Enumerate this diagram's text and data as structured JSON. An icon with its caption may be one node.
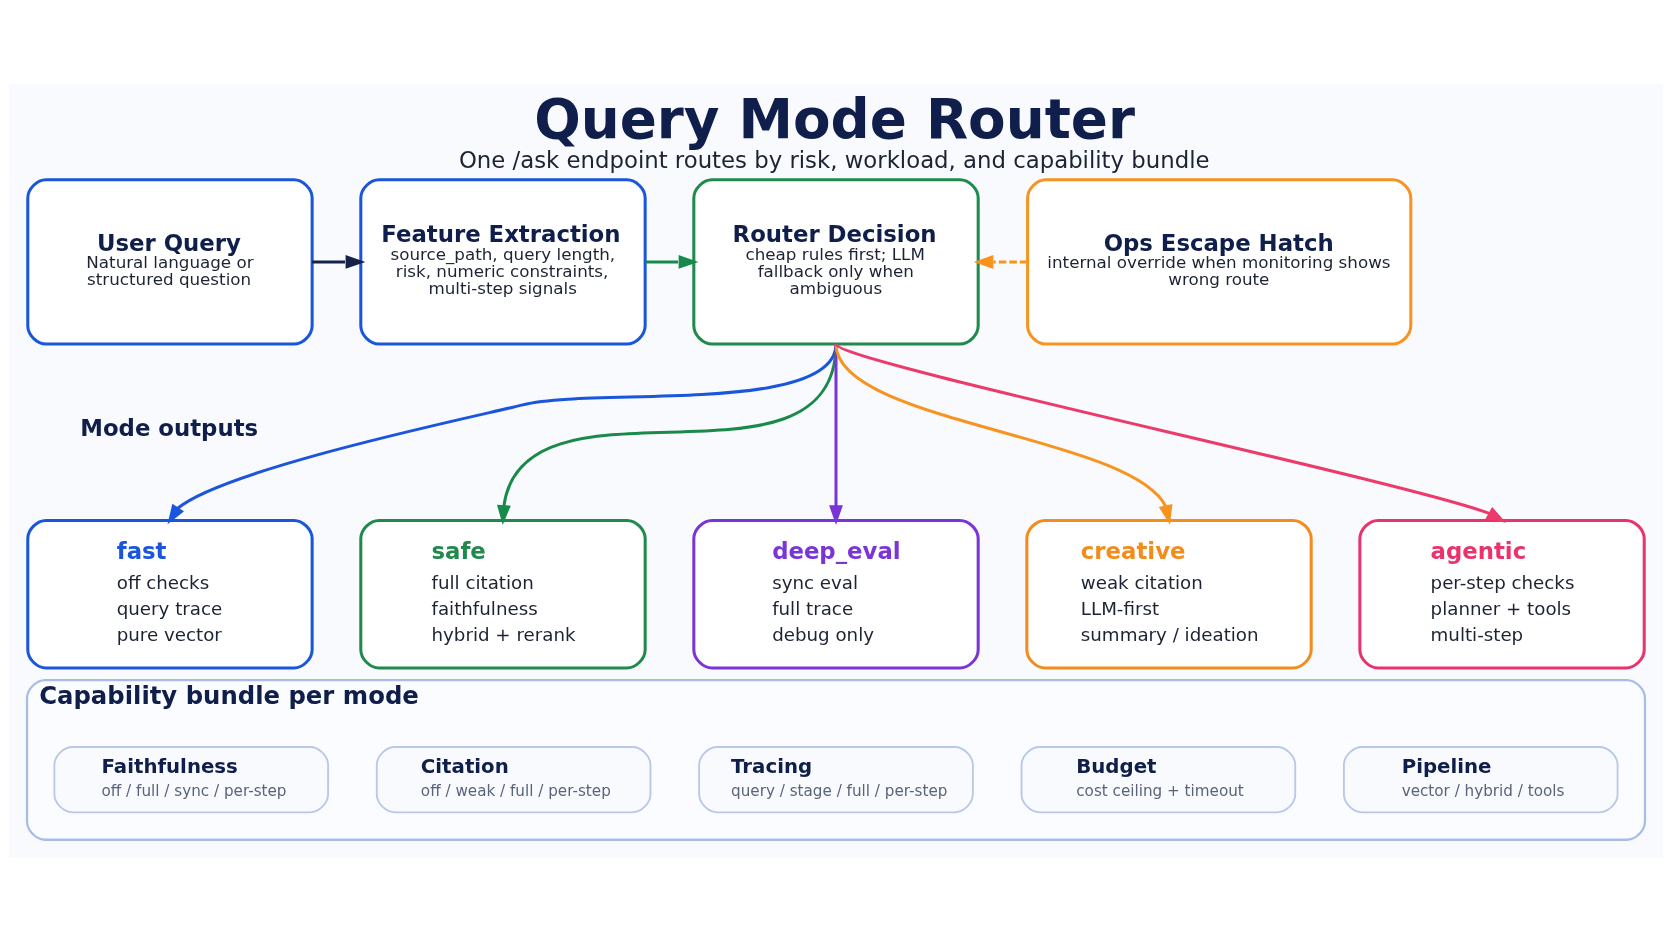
{
  "diagram": {
    "title": "Query Mode Router",
    "caption": "One /ask endpoint routes by risk, workload, and capability bundle",
    "nodes": [
      {
        "text": [
          "User Query",
          "Natural language or structured question"
        ]
      },
      {
        "text": [
          "Feature Extraction",
          "source_path, query length, risk, numeric constraints, multi-step signals"
        ]
      },
      {
        "text": [
          "Router Decision",
          "cheap rules first; LLM fallback only when ambiguous"
        ]
      },
      {
        "text": [
          "Ops Escape Hatch",
          "internal override when monitoring shows wrong route"
        ]
      },
      {
        "text": [
          "fast",
          "off checks",
          "query trace",
          "pure vector"
        ]
      },
      {
        "text": [
          "safe",
          "full citation",
          "faithfulness",
          "hybrid + rerank"
        ]
      },
      {
        "text": [
          "deep_eval",
          "sync eval",
          "full trace",
          "debug only"
        ]
      },
      {
        "text": [
          "creative",
          "weak citation",
          "LLM-first",
          "summary / ideation"
        ]
      },
      {
        "text": [
          "agentic",
          "per-step checks",
          "planner + tools",
          "multi-step"
        ]
      },
      {
        "text": [
          "Capability bundle per mode"
        ]
      },
      {
        "text": [
          "Faithfulness",
          "off / full / sync / per-step"
        ],
        "in": 9
      },
      {
        "text": [
          "Citation",
          "off / weak / full / per-step"
        ],
        "in": 9
      },
      {
        "text": [
          "Tracing",
          "query / stage / full / per-step"
        ],
        "in": 9
      },
      {
        "text": [
          "Budget",
          "cost ceiling + timeout"
        ],
        "in": 9
      },
      {
        "text": [
          "Pipeline",
          "vector / hybrid / tools"
        ],
        "in": 9
      }
    ],
    "edges": [
      {
        "from": 0,
        "to": 1,
        "arrow": "to",
        "color": "#16214a"
      },
      {
        "from": 1,
        "to": 2,
        "arrow": "to",
        "color": "#168a4a"
      },
      {
        "from": 3,
        "to": 2,
        "arrow": "to",
        "style": "dashed",
        "color": "#f7931e"
      },
      {
        "from": 2,
        "to": 4,
        "arrow": "to",
        "color": "#1a56db"
      },
      {
        "from": 2,
        "to": 5,
        "arrow": "to",
        "color": "#1a8a4a"
      },
      {
        "from": 2,
        "to": 6,
        "arrow": "to",
        "color": "#7b35d6"
      },
      {
        "from": 2,
        "to": 7,
        "arrow": "to",
        "color": "#f7931e"
      },
      {
        "from": 2,
        "to": 8,
        "arrow": "to",
        "color": "#ec3a6a"
      }
    ],
    "labels": [
      "Mode outputs"
    ]
  }
}
